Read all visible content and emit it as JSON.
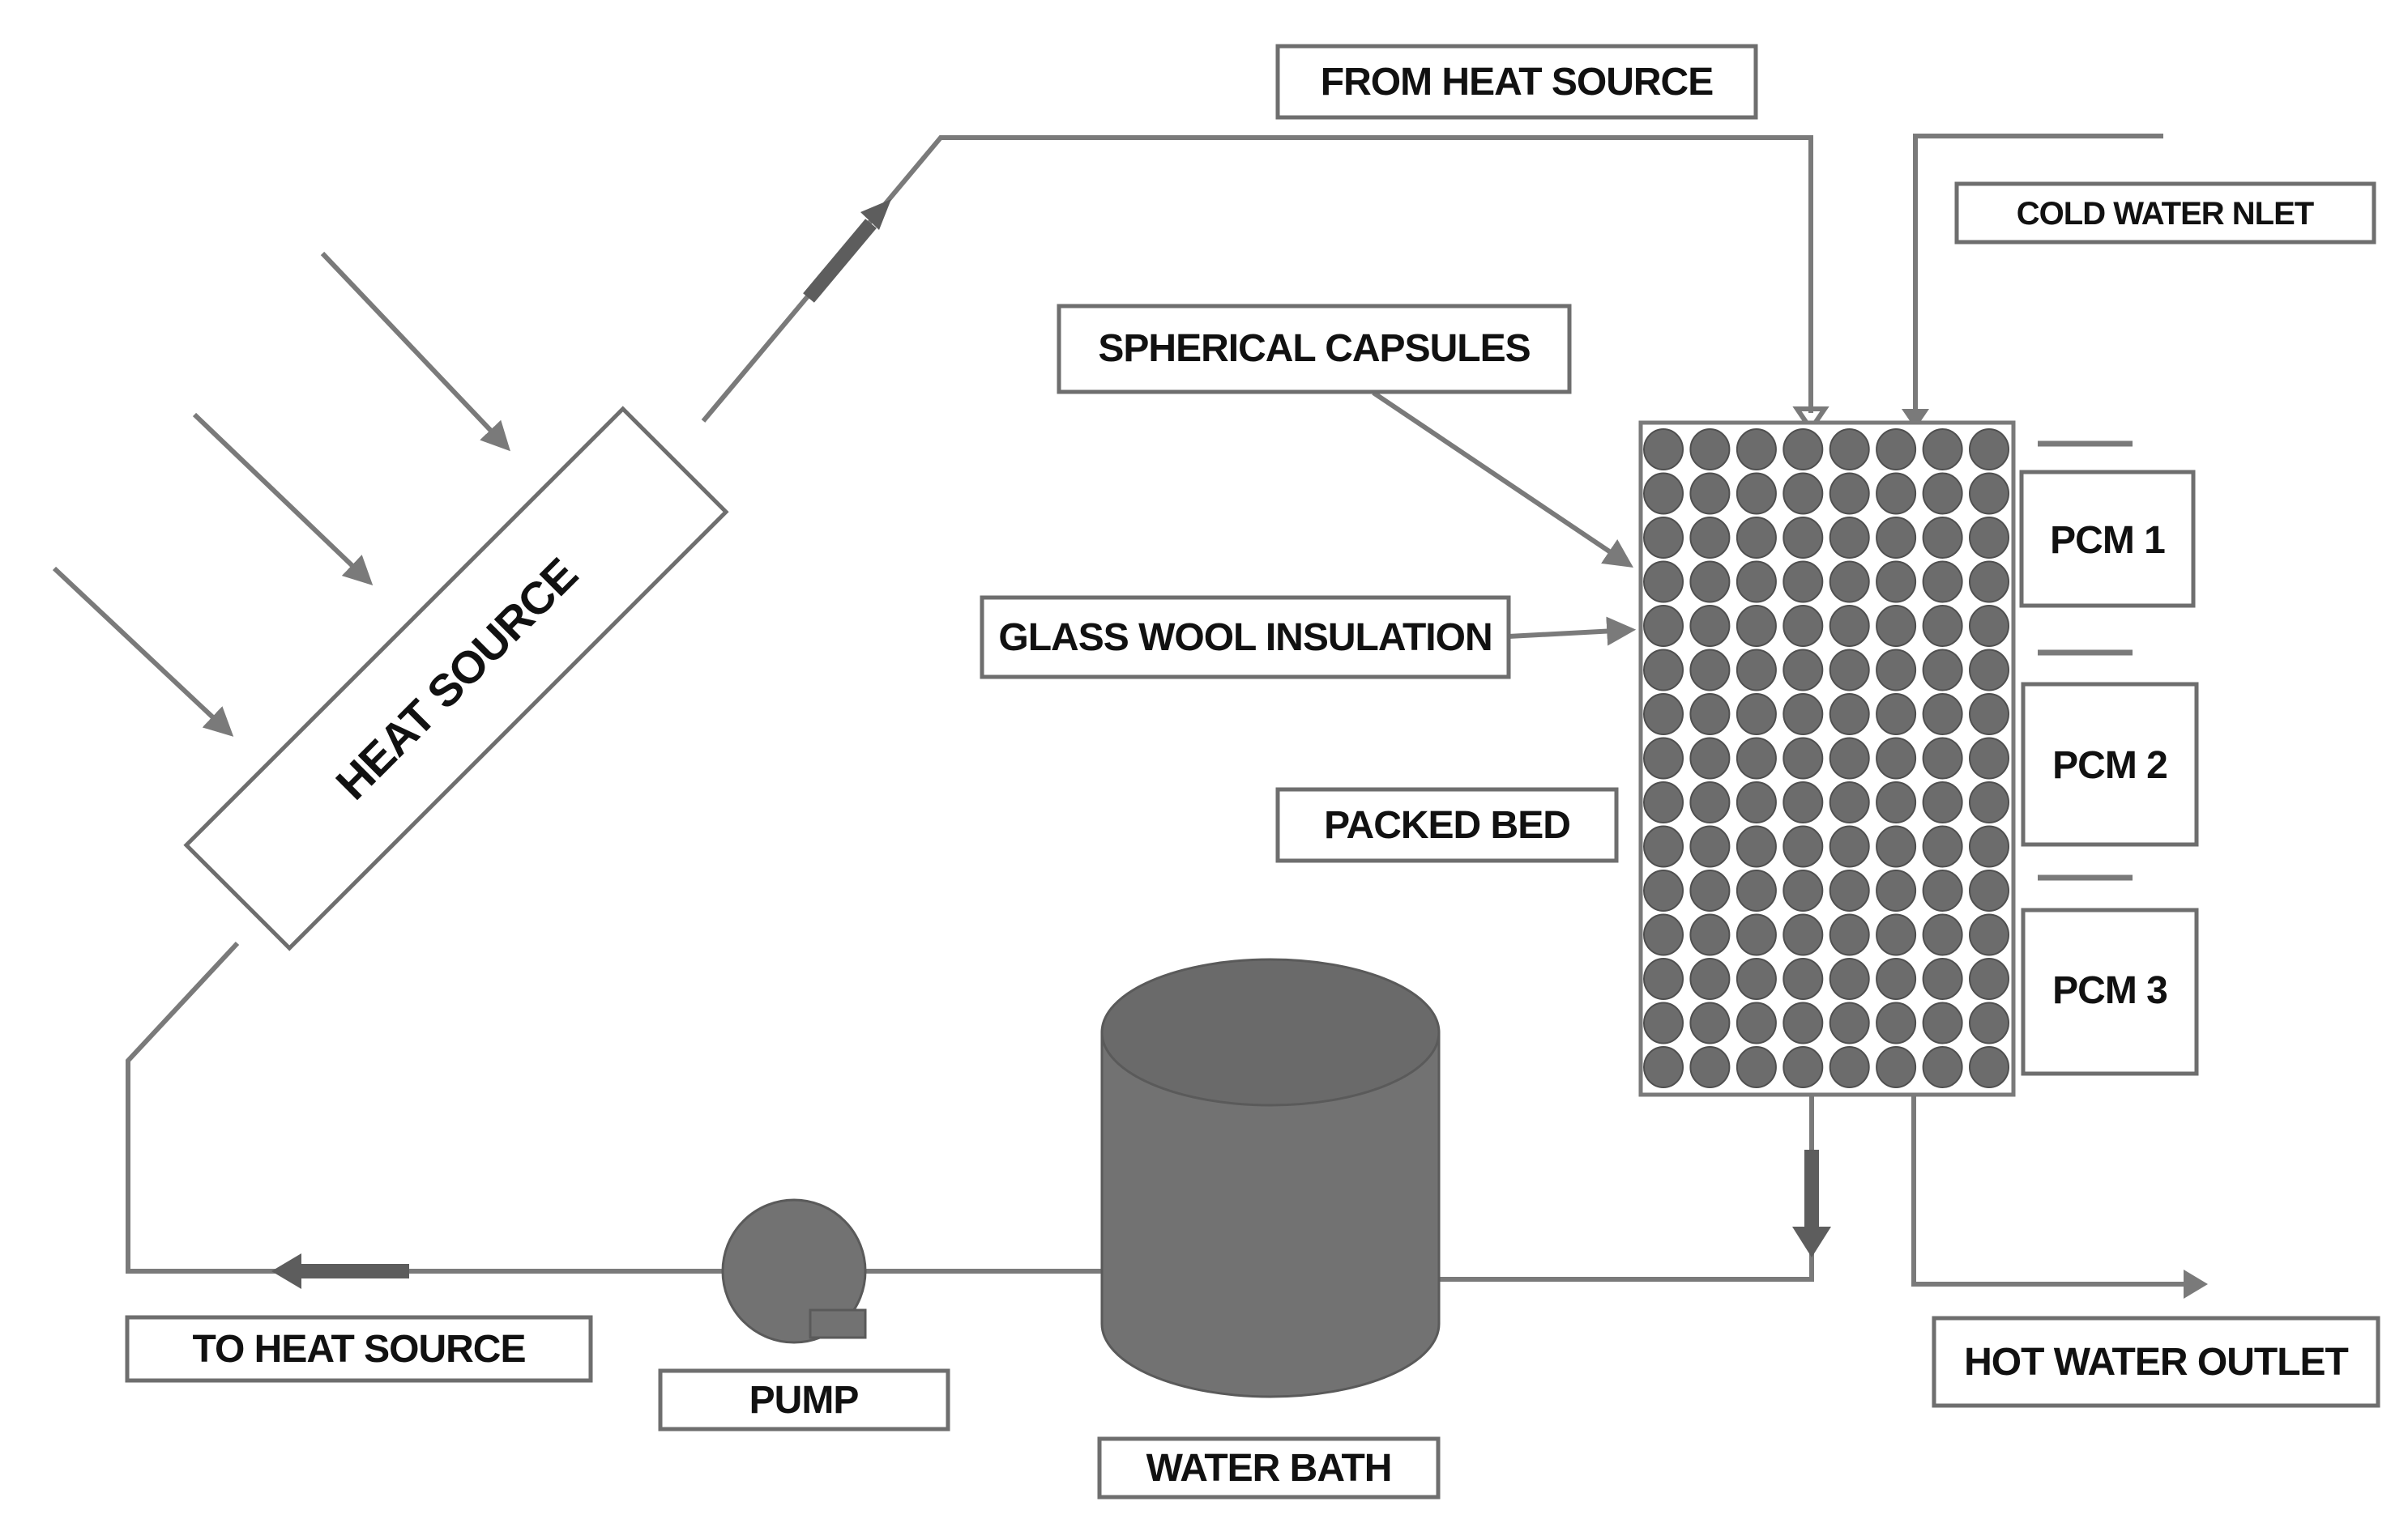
{
  "labels": {
    "heat_source": "HEAT SOURCE",
    "from_heat_source": "FROM HEAT SOURCE",
    "cold_water_inlet": "COLD  WATER NLET",
    "spherical_capsules": "SPHERICAL CAPSULES",
    "glass_wool_insulation": "GLASS WOOL INSULATION",
    "packed_bed": "PACKED BED",
    "pcm1": "PCM 1",
    "pcm2": "PCM 2",
    "pcm3": "PCM 3",
    "to_heat_source": "TO HEAT SOURCE",
    "pump": "PUMP",
    "water_bath": "WATER BATH",
    "hot_water_outlet": "HOT WATER OUTLET"
  },
  "packed_bed": {
    "columns": 8,
    "rows": 15
  },
  "colors": {
    "line": "#7a7a7a",
    "fill": "#727272",
    "capsule": "#6c6c6c",
    "background": "#ffffff"
  }
}
